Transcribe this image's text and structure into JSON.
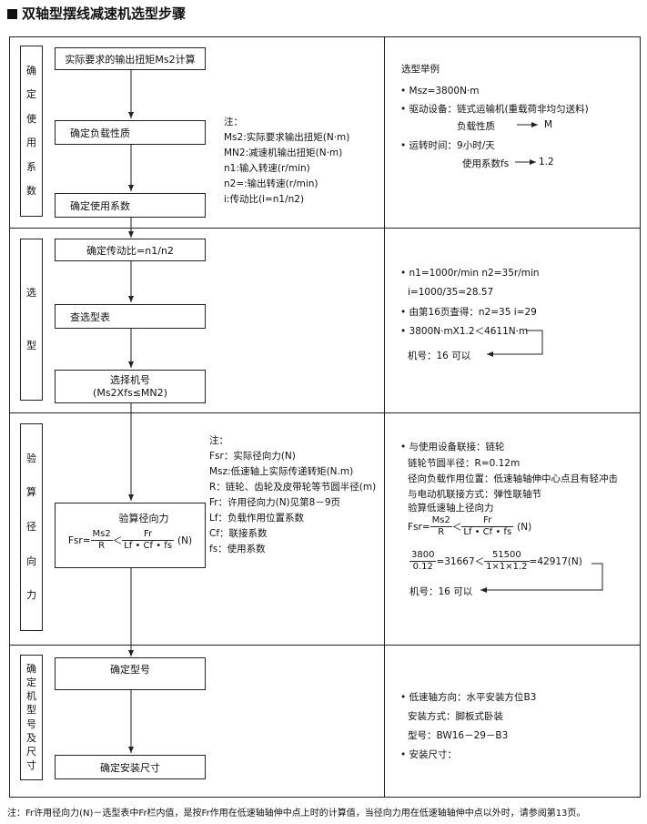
{
  "title": "双轴型摆线减速机选型步骤",
  "stages": [
    {
      "label": "确定使用系数",
      "boxes": [
        "实际要求的输出扭矩Ms2计算",
        "确定负载性质",
        "确定使用系数"
      ],
      "notes": [
        "注：",
        "Ms2:实际要求输出扭矩(N·m)",
        "MN2:减速机输出扭矩(N·m)",
        "n1:输入转速(r/min)",
        "n2=:输出转速(r/min)",
        "i:传动比(i=n1/n2)"
      ],
      "example": {
        "heading": "选型举例",
        "lines": [
          "• Msz=3800N·m",
          "• 驱动设备：链式运输机(重载荷非均匀送料)",
          "负载性质",
          "M",
          "• 运转时间：9小时/天",
          "使用系数fs",
          "1.2"
        ]
      }
    },
    {
      "label": "选型",
      "boxes": [
        "确定传动比=n1/n2",
        "查选型表",
        "选择机号",
        "(Ms2Xfs≤MN2)"
      ],
      "example": {
        "lines": [
          "• n1=1000r/min  n2=35r/min",
          "i=1000/35=28.57",
          "• 由第16页查得：n2=35  i=29",
          "• 3800N·mX1.2＜4611N·m",
          "机号：16  可以"
        ]
      }
    },
    {
      "label": "验算径向力",
      "notes": [
        "注：",
        "Fsr：实际径向力(N)",
        "Msz:低速轴上实际传递转矩(N.m)",
        "R：链轮、齿轮及皮带轮等节圆半径(m)",
        "Fr：许用径向力(N)见第8－9页",
        "Lf：负载作用位置系数",
        "Cf：联接系数",
        "fs：使用系数"
      ],
      "box": {
        "title": "验算径向力",
        "lhs": "Fsr=",
        "frac1_num": "Ms2",
        "frac1_den": "R",
        "lt": "＜",
        "frac2_num": "Fr",
        "frac2_den": "Lf • Cf • fs",
        "unit": "(N)"
      },
      "example": {
        "lines": [
          "• 与使用设备联接：链轮",
          "链轮节圆半径：R=0.12m",
          "径向负载作用位置：低速轴轴伸中心点且有轻冲击",
          "与电动机联接方式：弹性联轴节",
          "验算低速轴上径向力"
        ],
        "formula": {
          "lhs": "Fsr=",
          "frac1_num": "Ms2",
          "frac1_den": "R",
          "lt": "＜",
          "frac2_num": "Fr",
          "frac2_den": "Lf • Cf • fs",
          "unit": "(N)"
        },
        "calc": {
          "a_num": "3800",
          "a_den": "0.12",
          "eq1": "=31667＜",
          "b_num": "51500",
          "b_den": "1×1×1.2",
          "eq2": "=42917(N)"
        },
        "result": "机号：16  可以"
      }
    },
    {
      "label": "确定机型号及尺寸",
      "boxes": [
        "确定型号",
        "确定安装尺寸"
      ],
      "example": {
        "lines": [
          "• 低速轴方向：水平安装方位B3",
          "安装方式：脚板式卧装",
          "型号：BW16－29－B3",
          "• 安装尺寸："
        ]
      }
    }
  ],
  "footer": "注：Fr许用径向力(N)－选型表中Fr栏内值，是按Fr作用在低速轴轴伸中点上时的计算值，当径向力用在低速轴轴伸中点以外时，请参阅第13页。"
}
